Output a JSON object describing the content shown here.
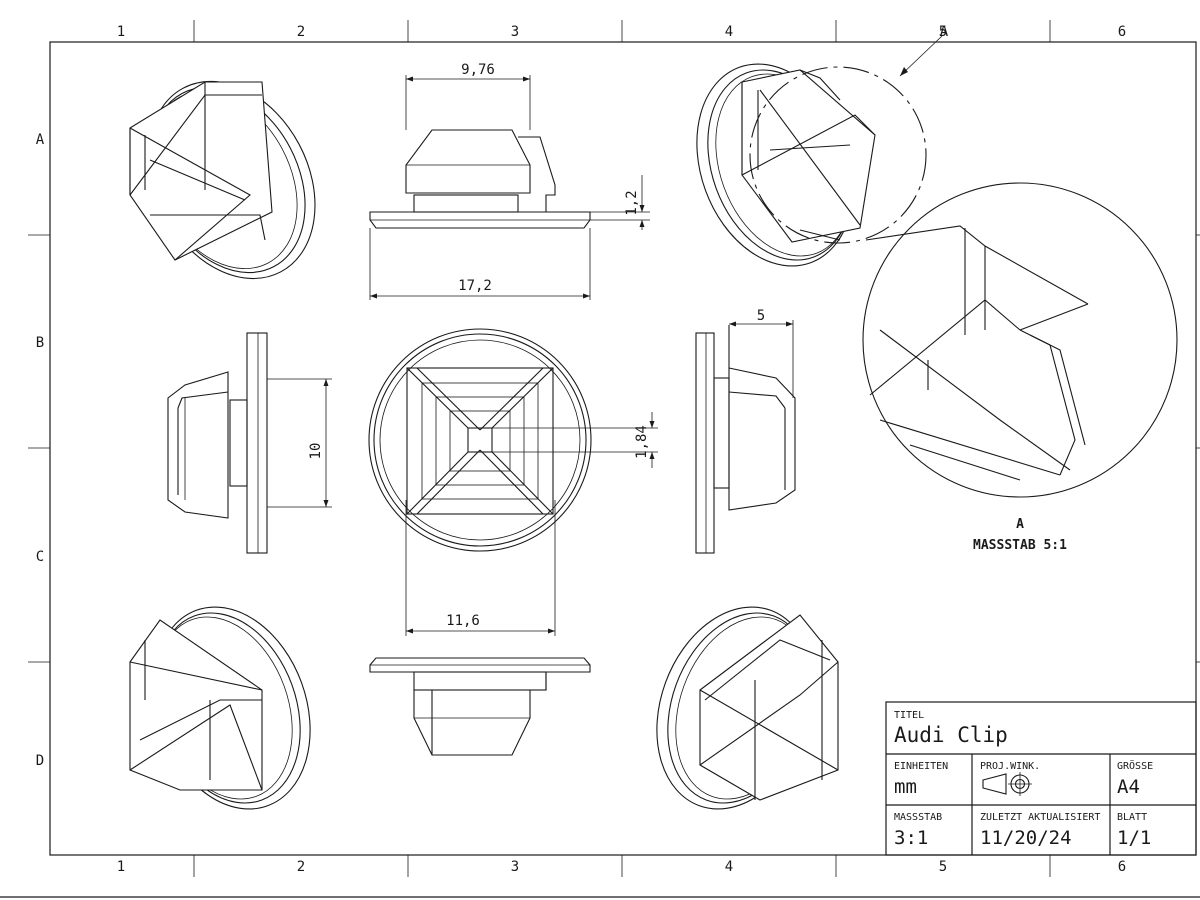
{
  "zones": {
    "columns": [
      "1",
      "2",
      "3",
      "4",
      "5",
      "6"
    ],
    "rows": [
      "A",
      "B",
      "C",
      "D"
    ]
  },
  "dimensions": {
    "top_width": "9,76",
    "top_flange": "1,2",
    "top_total": "17,2",
    "side_height": "10",
    "center_slot": "1,84",
    "right_depth": "5",
    "center_diameter": "11,6"
  },
  "detail": {
    "marker": "A",
    "label": "A",
    "scale": "MASSSTAB 5:1"
  },
  "title_block": {
    "title_label": "TITEL",
    "title": "Audi Clip",
    "units_label": "EINHEITEN",
    "units": "mm",
    "projection_label": "PROJ.WINK.",
    "size_label": "GRÖSSE",
    "size": "A4",
    "scale_label": "MASSSTAB",
    "scale": "3:1",
    "updated_label": "ZULETZT AKTUALISIERT",
    "updated": "11/20/24",
    "sheet_label": "BLATT",
    "sheet": "1/1"
  }
}
